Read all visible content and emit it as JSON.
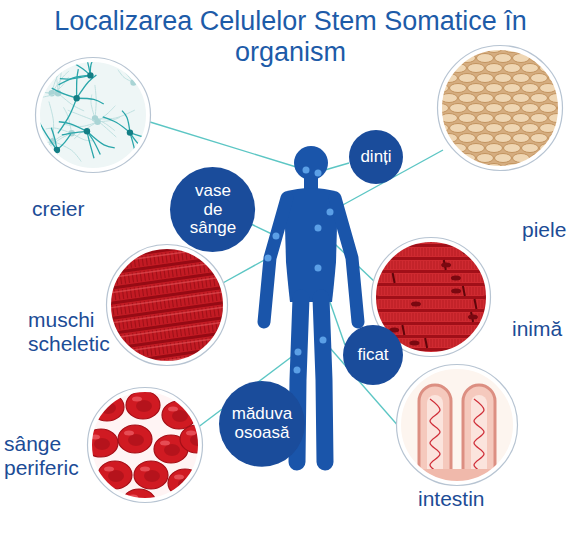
{
  "diagram": {
    "title": "Localizarea Celulelor Stem Somatice în organism",
    "nodes": [
      {
        "text": [
          "creier"
        ]
      },
      {
        "text": [
          "dinți"
        ]
      },
      {
        "text": [
          "piele"
        ]
      },
      {
        "text": [
          "vase de sânge"
        ]
      },
      {
        "text": [
          "muschi scheletic"
        ]
      },
      {
        "text": [
          "inimă"
        ]
      },
      {
        "text": [
          "ficat"
        ]
      },
      {
        "text": [
          "sânge periferic"
        ]
      },
      {
        "text": [
          "măduva osoasă"
        ]
      },
      {
        "text": [
          "intestin"
        ]
      }
    ]
  }
}
